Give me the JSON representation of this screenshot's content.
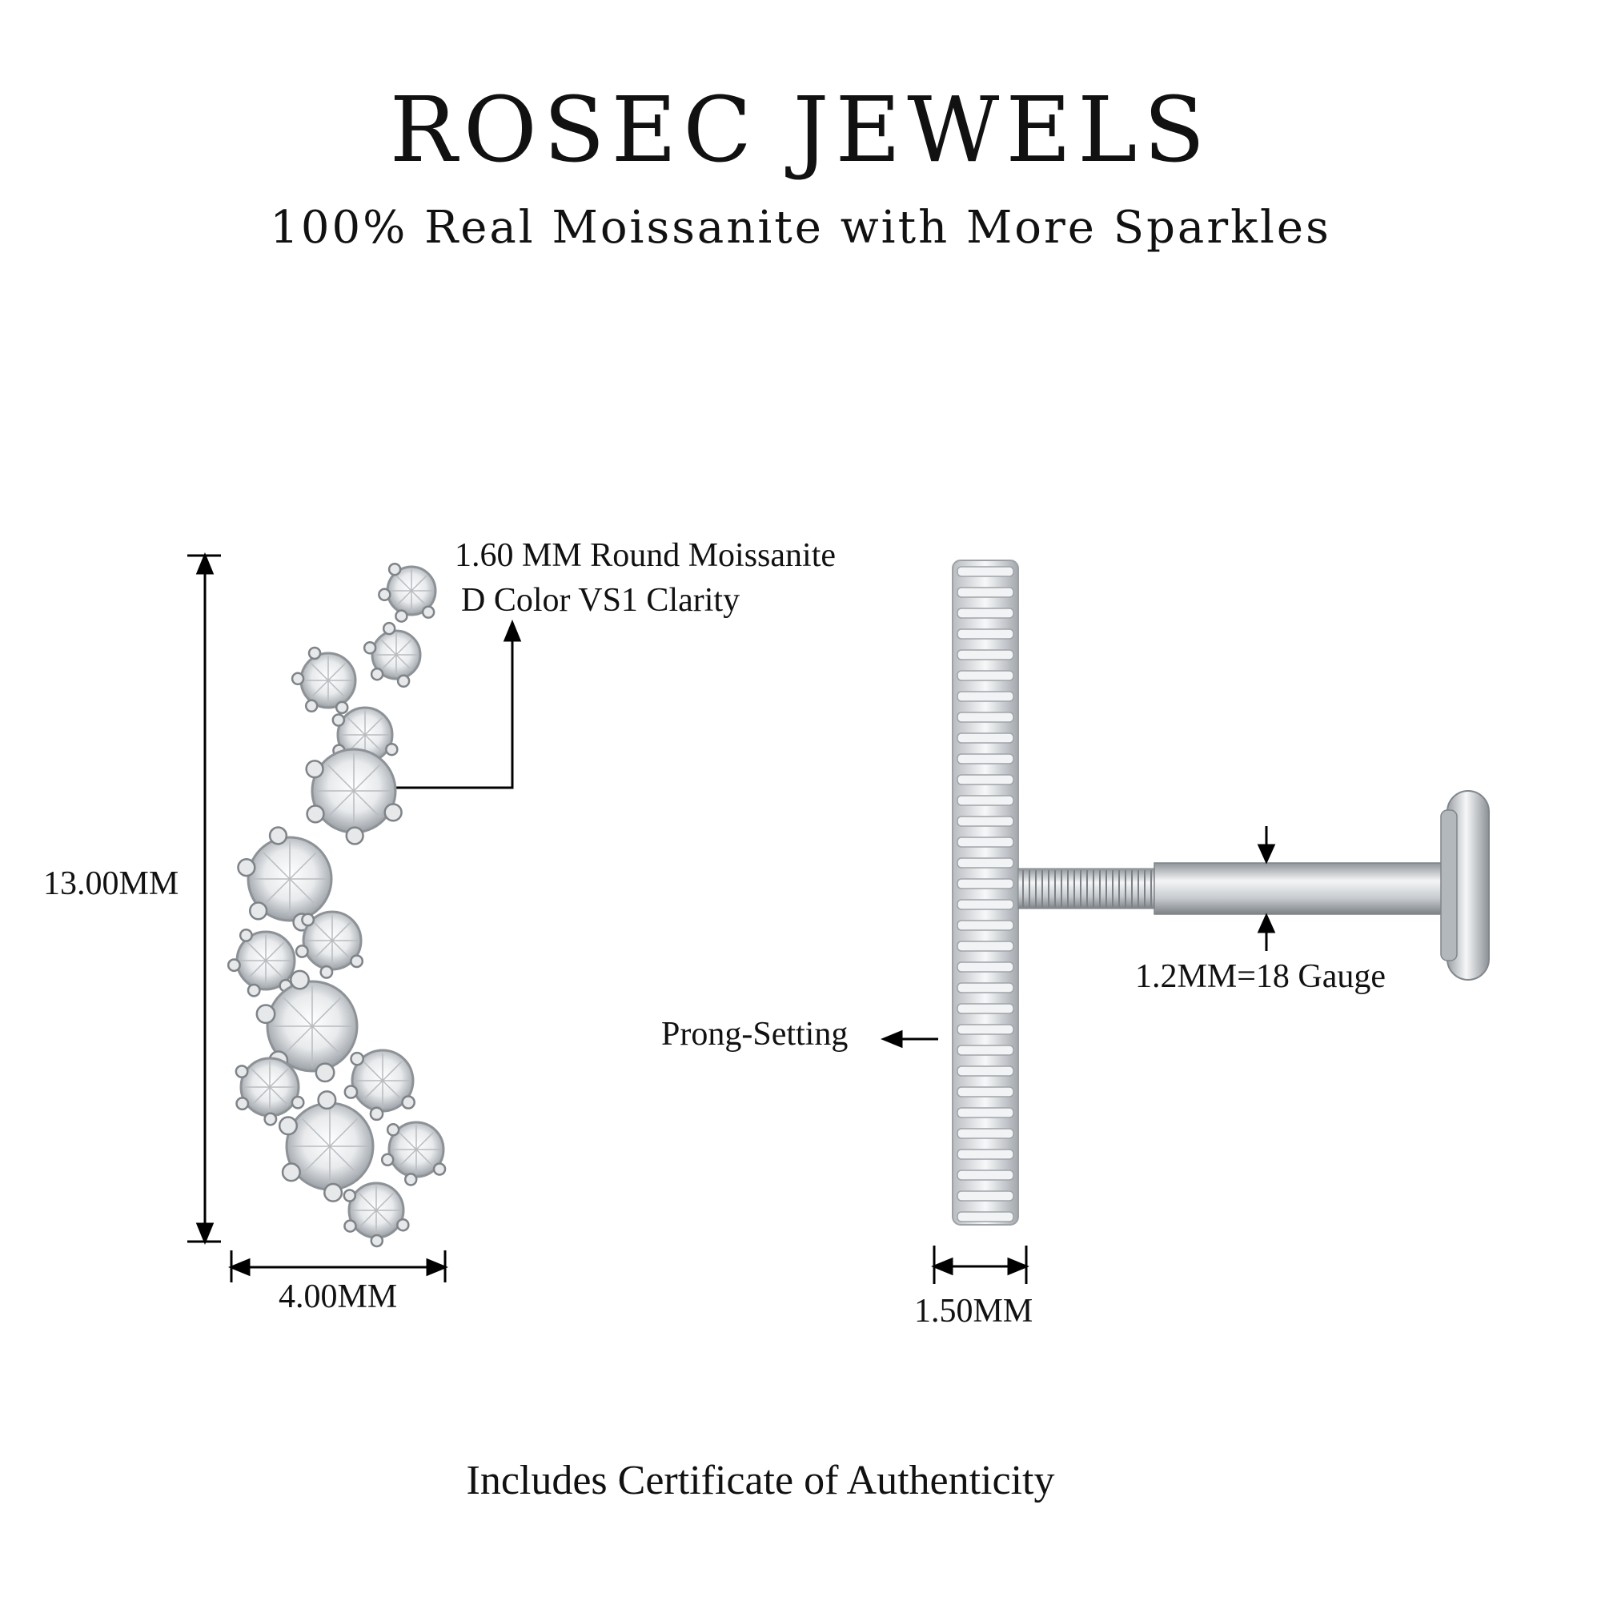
{
  "header": {
    "brand": "ROSEC JEWELS",
    "tagline": "100% Real Moissanite with More Sparkles"
  },
  "front_view": {
    "height_label": "13.00MM",
    "width_label": "4.00MM",
    "stone_label_line1": "1.60 MM Round Moissanite",
    "stone_label_line2": "D Color VS1 Clarity"
  },
  "side_view": {
    "gauge_label": "1.2MM=18 Gauge",
    "setting_label": "Prong-Setting",
    "thickness_label": "1.50MM"
  },
  "footer": {
    "text": "Includes Certificate of Authenticity"
  },
  "colors": {
    "background": "#ffffff",
    "metal": "#c8ccd0",
    "line": "#000000"
  }
}
